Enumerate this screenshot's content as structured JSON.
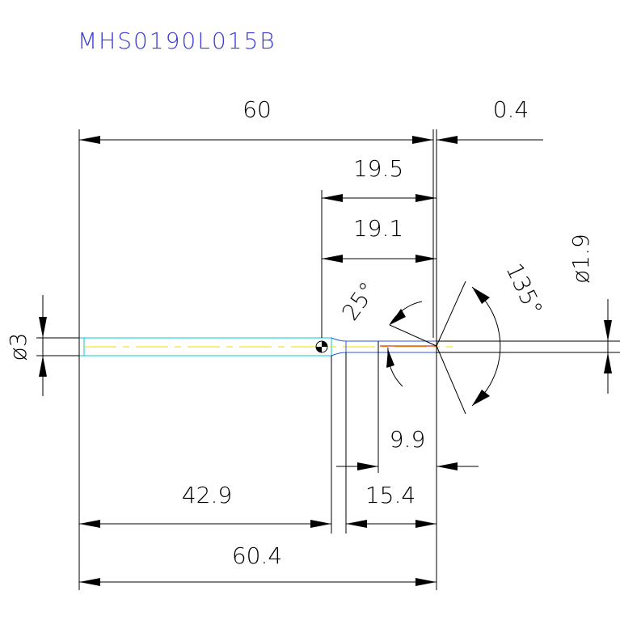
{
  "title": "MHS0190L015B",
  "colors": {
    "title": "#3b3bd6",
    "shank": "#00c8d8",
    "centerline": "#e8e000",
    "cutting_edge": "#d43a2a",
    "neck": "#2a5ad8",
    "lines": "#000000"
  },
  "dimensions": {
    "overall_length_to_tip": "60",
    "tip_offset": "0.4",
    "neck_length_outer": "19.5",
    "neck_length_inner": "19.1",
    "shank_length": "42.9",
    "overall_length": "60.4",
    "flute_to_neck": "15.4",
    "flute_length": "9.9",
    "shank_diameter": "ø3",
    "tip_diameter": "ø1.9",
    "neck_angle": "25°",
    "point_angle": "135°"
  }
}
